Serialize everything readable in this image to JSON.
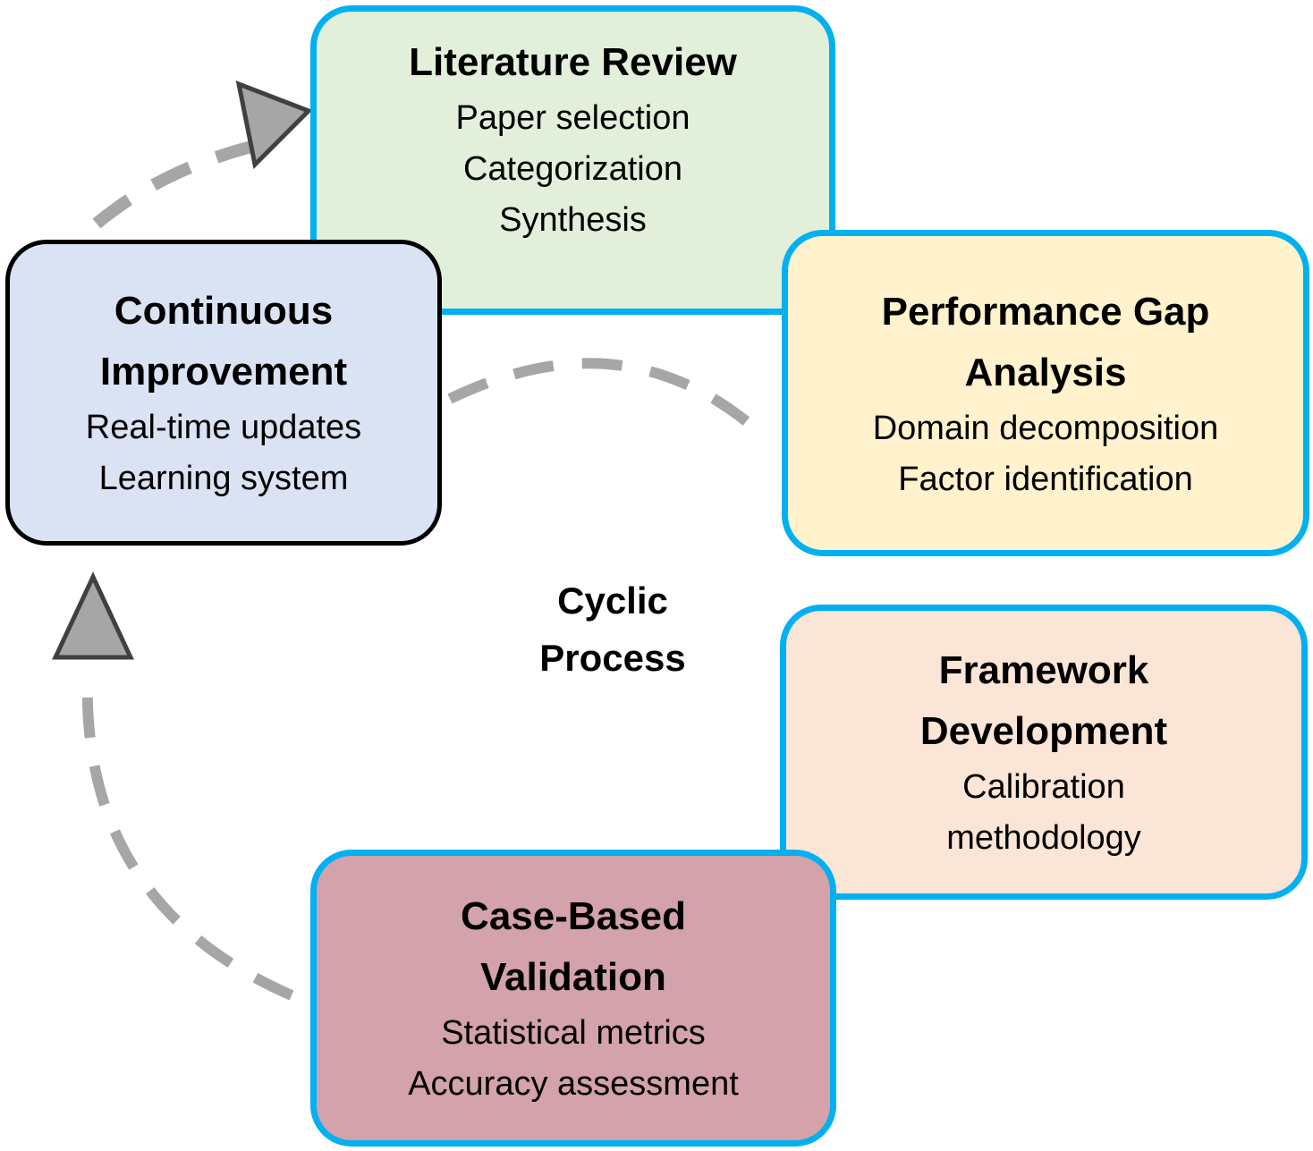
{
  "diagram": {
    "center_label": [
      "Cyclic",
      "Process"
    ],
    "colors": {
      "accent_border": "#00b0f0",
      "connector": "#a6a6a6",
      "arrowhead_fill": "#a6a6a6",
      "arrowhead_stroke": "#404040"
    },
    "nodes": [
      {
        "id": "literature-review",
        "title": "Literature Review",
        "items": [
          "Paper selection",
          "Categorization",
          "Synthesis"
        ],
        "fill": "#e2efda"
      },
      {
        "id": "performance-gap-analysis",
        "title": [
          "Performance Gap",
          "Analysis"
        ],
        "items": [
          "Domain decomposition",
          "Factor identification"
        ],
        "fill": "#fff2cc"
      },
      {
        "id": "framework-development",
        "title": [
          "Framework",
          "Development"
        ],
        "items": [
          "Calibration",
          "methodology"
        ],
        "fill": "#fbe5d6"
      },
      {
        "id": "case-based-validation",
        "title": [
          "Case-Based",
          "Validation"
        ],
        "items": [
          "Statistical metrics",
          "Accuracy assessment"
        ],
        "fill": "#d3a2aa"
      },
      {
        "id": "continuous-improvement",
        "title": [
          "Continuous",
          "Improvement"
        ],
        "items": [
          "Real-time updates",
          "Learning system"
        ],
        "fill": "#dae3f3"
      }
    ],
    "edges": [
      {
        "from": "continuous-improvement",
        "to": "literature-review",
        "style": "dashed",
        "arrow": true
      },
      {
        "from": "performance-gap-analysis",
        "to": "continuous-improvement",
        "style": "dashed",
        "arrow": false
      },
      {
        "from": "case-based-validation",
        "to": "continuous-improvement",
        "style": "dashed",
        "arrow": true
      }
    ]
  }
}
